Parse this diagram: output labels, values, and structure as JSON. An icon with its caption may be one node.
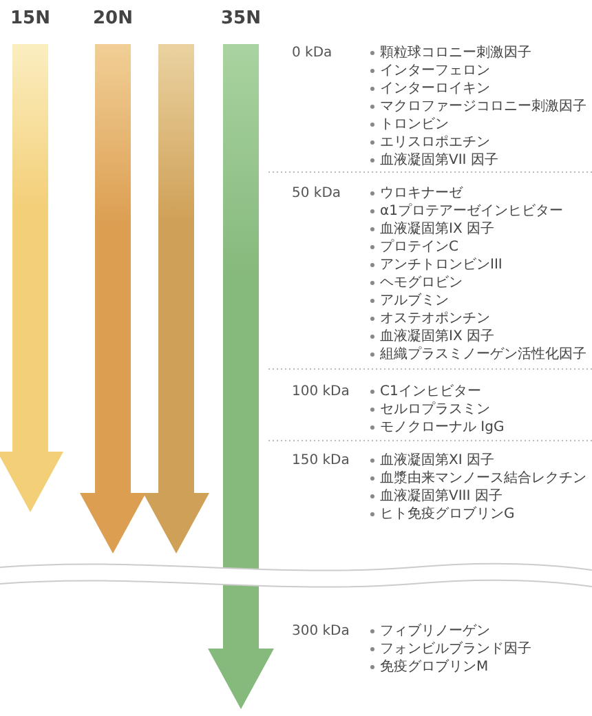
{
  "diagram": {
    "nodes": [
      {
        "text": [
          "15N"
        ]
      },
      {
        "text": [
          "20N"
        ]
      },
      {
        "text": [],
        "shape": "arrow"
      },
      {
        "text": [
          "35N"
        ]
      }
    ],
    "edges": [],
    "labels": [
      "0 kDa",
      "顆粒球コロニー刺激因子",
      "インターフェロン",
      "インターロイキン",
      "マクロファージコロニー刺激因子",
      "トロンビン",
      "エリスロポエチン",
      "血液凝固第VII 因子",
      "50 kDa",
      "ウロキナーゼ",
      "α1プロテアーゼインヒビター",
      "血液凝固第IX 因子",
      "プロテインC",
      "アンチトロンビンIII",
      "ヘモグロビン",
      "アルブミン",
      "オステオポンチン",
      "血液凝固第IX 因子",
      "組織プラスミノーゲン活性化因子",
      "100 kDa",
      "C1インヒビター",
      "セルロプラスミン",
      "モノクローナル IgG",
      "150 kDa",
      "血液凝固第XI 因子",
      "血漿由来マンノース結合レクチン",
      "血液凝固第VIII 因子",
      "ヒト免疫グロブリンG",
      "300 kDa",
      "フィブリノーゲン",
      "フォンビルブランド因子",
      "免疫グロブリンM"
    ]
  }
}
